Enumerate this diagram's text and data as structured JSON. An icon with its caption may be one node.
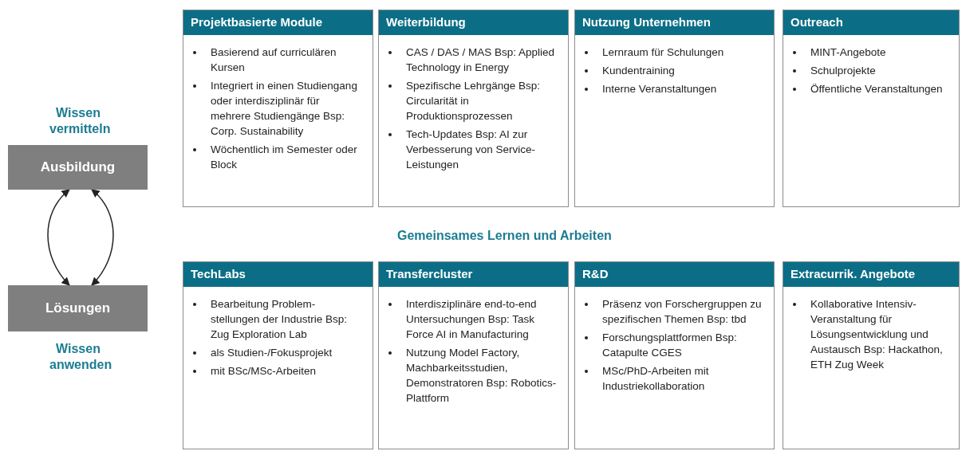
{
  "diagram": {
    "nodes": [
      {
        "text": [
          "Ausbildung"
        ],
        "beside": [
          "Wissen vermitteln"
        ]
      },
      {
        "text": [
          "Lösungen"
        ],
        "beside": [
          "Wissen anwenden"
        ]
      },
      {
        "text": [
          "Projektbasierte Module",
          "Basierend auf curriculären Kursen",
          "Integriert in einen Studiengang oder interdisziplinär für mehrere Studiengänge Bsp: Corp. Sustainability",
          "Wöchentlich im Semester oder Block"
        ]
      },
      {
        "text": [
          "Weiterbildung",
          "CAS / DAS / MAS Bsp: Applied Technology in Energy",
          "Spezifische Lehrgänge Bsp: Circularität in Produktionsprozessen",
          "Tech-Updates Bsp: AI zur Verbesserung von Service-Leistungen"
        ]
      },
      {
        "text": [
          "Nutzung Unternehmen",
          "Lernraum für Schulungen",
          "Kundentraining",
          "Interne Veranstaltungen"
        ]
      },
      {
        "text": [
          "Outreach",
          "MINT-Angebote",
          "Schulprojekte",
          "Öffentliche Veranstaltungen"
        ]
      },
      {
        "text": [
          "TechLabs",
          "Bearbeitung Problem-stellungen der Industrie Bsp: Zug Exploration Lab",
          "als Studien-/Fokusprojekt",
          "mit BSc/MSc-Arbeiten"
        ]
      },
      {
        "text": [
          "Transfercluster",
          "Interdisziplinäre end-to-end Untersuchungen Bsp: Task Force AI in Manufacturing",
          "Nutzung Model Factory, Machbarkeitsstudien, Demonstratoren Bsp: Robotics-Plattform"
        ]
      },
      {
        "text": [
          "R&D",
          "Präsenz von Forschergruppen zu spezifischen Themen Bsp: tbd",
          "Forschungsplattformen Bsp: Catapulte CGES",
          "MSc/PhD-Arbeiten mit Industriekollaboration"
        ]
      },
      {
        "text": [
          "Extracurrik. Angebote",
          "Kollaborative Intensiv-Veranstaltung für Lösungsentwicklung und Austausch Bsp: Hackathon, ETH Zug Week"
        ]
      }
    ],
    "edges": [
      {
        "from": 0,
        "to": 1,
        "arrow": "both"
      },
      {
        "from": 0,
        "to": 1,
        "arrow": "both"
      }
    ],
    "labels": [
      "Gemeinsames Lernen und Arbeiten"
    ]
  }
}
